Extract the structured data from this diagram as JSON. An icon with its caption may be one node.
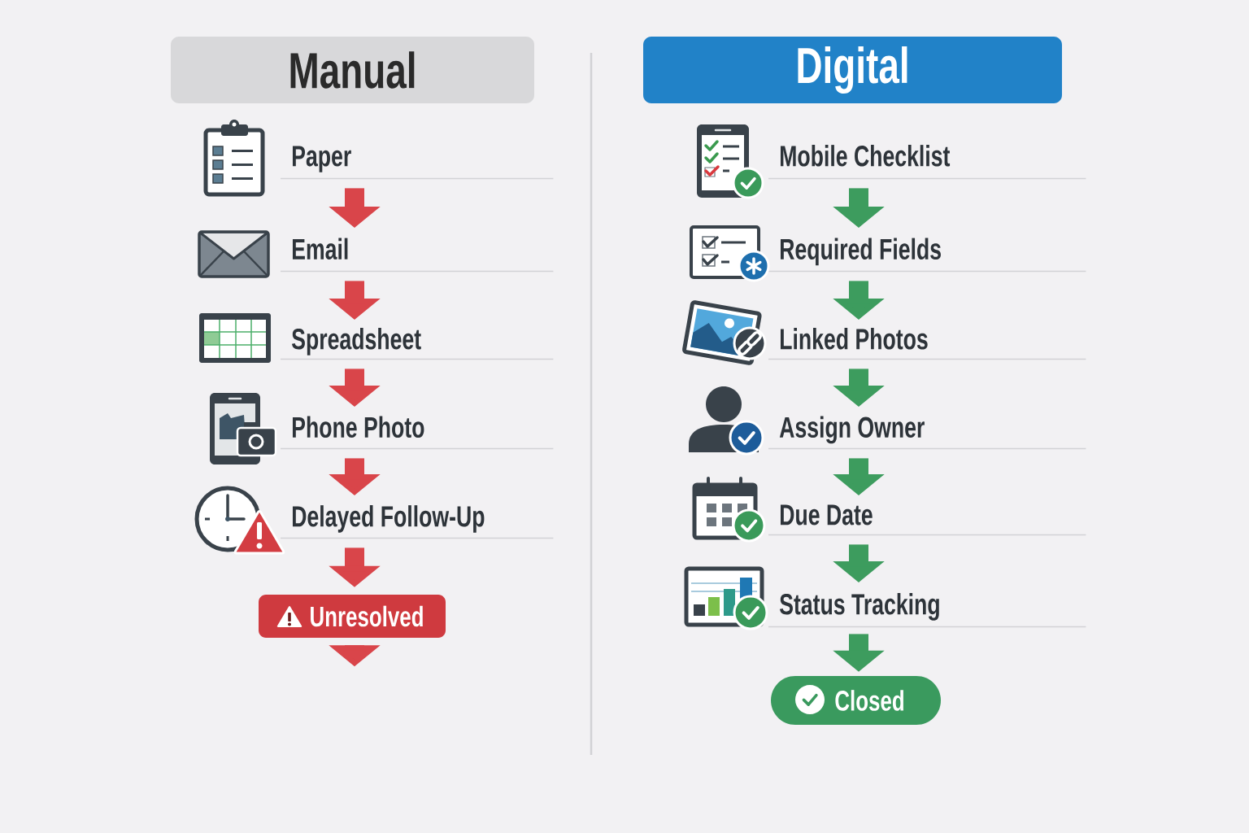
{
  "diagram": {
    "nodes": [
      {
        "text": [
          "Manual"
        ]
      },
      {
        "text": [
          "Paper"
        ]
      },
      {
        "text": [
          "Email"
        ]
      },
      {
        "text": [
          "Spreadsheet"
        ]
      },
      {
        "text": [
          "Phone Photo"
        ]
      },
      {
        "text": [
          "Delayed Follow-Up"
        ]
      },
      {
        "text": [
          "Unresolved"
        ]
      },
      {
        "text": [
          "Digital"
        ]
      },
      {
        "text": [
          "Mobile Checklist"
        ]
      },
      {
        "text": [
          "Required Fields"
        ]
      },
      {
        "text": [
          "Linked Photos"
        ]
      },
      {
        "text": [
          "Assign Owner"
        ]
      },
      {
        "text": [
          "Due Date"
        ]
      },
      {
        "text": [
          "Status Tracking"
        ]
      },
      {
        "text": [
          "Closed"
        ]
      }
    ],
    "edges": [
      {
        "from": 1,
        "to": 2,
        "arrow": "to",
        "color": "#d9454a"
      },
      {
        "from": 2,
        "to": 3,
        "arrow": "to",
        "color": "#d9454a"
      },
      {
        "from": 3,
        "to": 4,
        "arrow": "to",
        "color": "#d9454a"
      },
      {
        "from": 4,
        "to": 5,
        "arrow": "to",
        "color": "#d9454a"
      },
      {
        "from": 5,
        "to": 6,
        "arrow": "to",
        "color": "#d9454a"
      },
      {
        "from": 6,
        "to": null,
        "arrow": "to",
        "color": "#d9454a"
      },
      {
        "from": 8,
        "to": 9,
        "arrow": "to",
        "color": "#3d9c5e"
      },
      {
        "from": 9,
        "to": 10,
        "arrow": "to",
        "color": "#3d9c5e"
      },
      {
        "from": 10,
        "to": 11,
        "arrow": "to",
        "color": "#3d9c5e"
      },
      {
        "from": 11,
        "to": 12,
        "arrow": "to",
        "color": "#3d9c5e"
      },
      {
        "from": 12,
        "to": 13,
        "arrow": "to",
        "color": "#3d9c5e"
      },
      {
        "from": 13,
        "to": 14,
        "arrow": "to",
        "color": "#3d9c5e"
      }
    ]
  }
}
